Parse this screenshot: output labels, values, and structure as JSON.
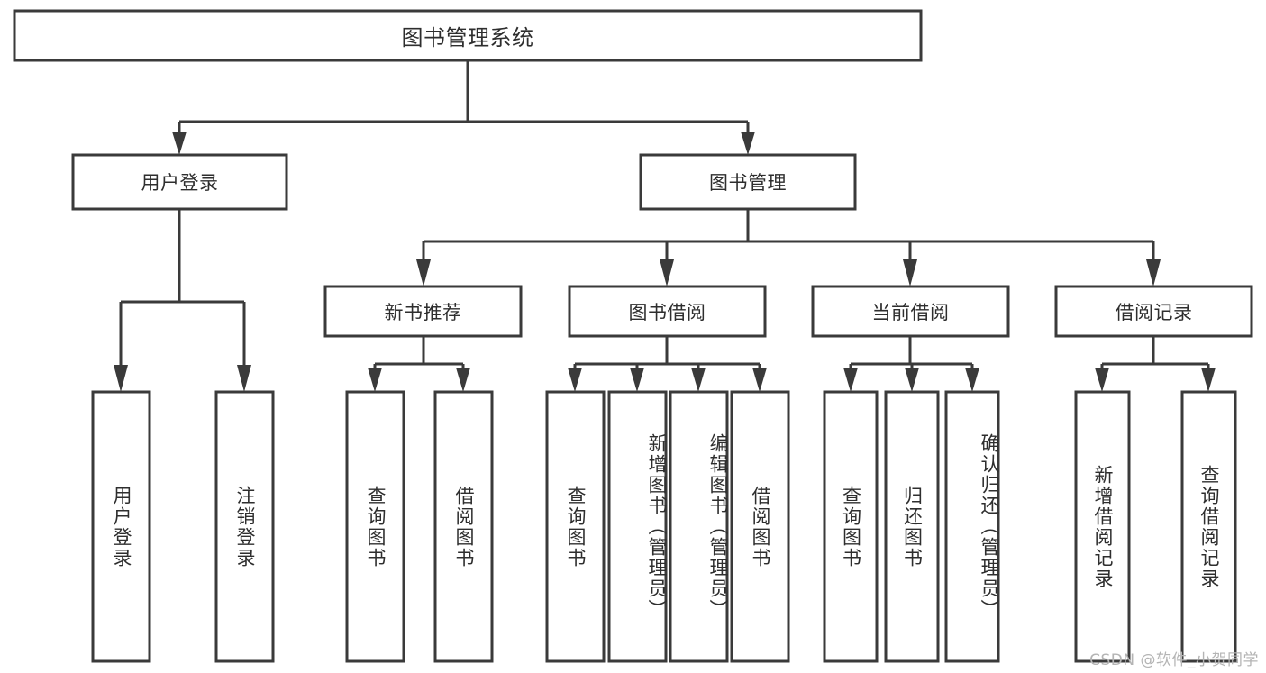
{
  "diagram": {
    "title": "图书管理系统",
    "type": "hierarchical-tree",
    "colors": {
      "stroke": "#3a3a3a",
      "fill": "#ffffff",
      "text": "#2e2e2e",
      "background": "#ffffff",
      "watermark": "#b4b4b4"
    },
    "root": {
      "label": "图书管理系统",
      "orientation": "horizontal"
    },
    "level2": [
      {
        "label": "用户登录",
        "orientation": "horizontal"
      },
      {
        "label": "图书管理",
        "orientation": "horizontal"
      }
    ],
    "level3": [
      {
        "label": "新书推荐",
        "orientation": "horizontal"
      },
      {
        "label": "图书借阅",
        "orientation": "horizontal"
      },
      {
        "label": "当前借阅",
        "orientation": "horizontal"
      },
      {
        "label": "借阅记录",
        "orientation": "horizontal"
      }
    ],
    "leaves": {
      "user_login": [
        {
          "label": "用户登录",
          "orientation": "vertical"
        },
        {
          "label": "注销登录",
          "orientation": "vertical"
        }
      ],
      "new_book_recommend": [
        {
          "label": "查询图书",
          "orientation": "vertical"
        },
        {
          "label": "借阅图书",
          "orientation": "vertical"
        }
      ],
      "book_borrow": [
        {
          "label": "查询图书",
          "orientation": "vertical"
        },
        {
          "label": "新增图书（管理员）",
          "orientation": "vertical"
        },
        {
          "label": "编辑图书（管理员）",
          "orientation": "vertical"
        },
        {
          "label": "借阅图书",
          "orientation": "vertical"
        }
      ],
      "current_borrow": [
        {
          "label": "查询图书",
          "orientation": "vertical"
        },
        {
          "label": "归还图书",
          "orientation": "vertical"
        },
        {
          "label": "确认归还（管理员）",
          "orientation": "vertical"
        }
      ],
      "borrow_record": [
        {
          "label": "新增借阅记录",
          "orientation": "vertical"
        },
        {
          "label": "查询借阅记录",
          "orientation": "vertical"
        }
      ]
    },
    "watermark": "CSDN @软件_小贺同学"
  }
}
